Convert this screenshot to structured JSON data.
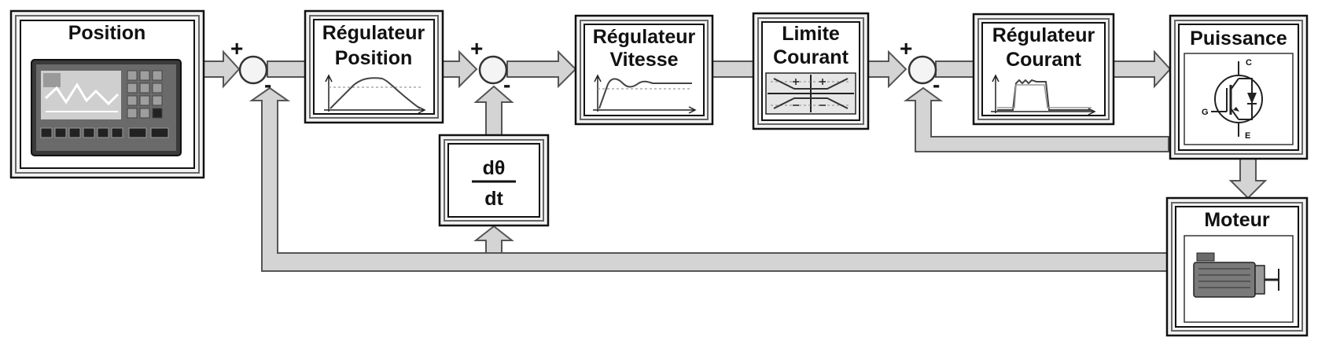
{
  "blocks": {
    "position": "Position",
    "reg_position_1": "Régulateur",
    "reg_position_2": "Position",
    "reg_vitesse_1": "Régulateur",
    "reg_vitesse_2": "Vitesse",
    "limite_1": "Limite",
    "limite_2": "Courant",
    "reg_courant_1": "Régulateur",
    "reg_courant_2": "Courant",
    "puissance": "Puissance",
    "moteur": "Moteur",
    "derivative_num": "dθ",
    "derivative_den": "dt"
  },
  "signs": {
    "plus": "+",
    "minus": "-"
  },
  "igbt": {
    "collector": "C",
    "gate": "G",
    "emitter": "E"
  }
}
